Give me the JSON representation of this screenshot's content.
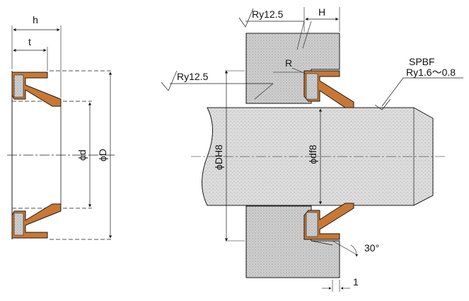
{
  "labels": {
    "h": "h",
    "t": "t",
    "phi_d": "ϕd",
    "phi_D": "ϕD",
    "H": "H",
    "ry_top": "Ry12.5",
    "ry_left": "Ry12.5",
    "R": "R",
    "spbf": "SPBF",
    "ry_right": "Ry1.6～0.8",
    "phi_DH8": "ϕDH8",
    "phi_df8": "ϕdf8",
    "angle": "30°",
    "one": "1"
  },
  "colors": {
    "seal": "#c87834",
    "housing": "#c9c9c9",
    "shaft": "#d8d8d8",
    "line": "#1a1a1a"
  }
}
